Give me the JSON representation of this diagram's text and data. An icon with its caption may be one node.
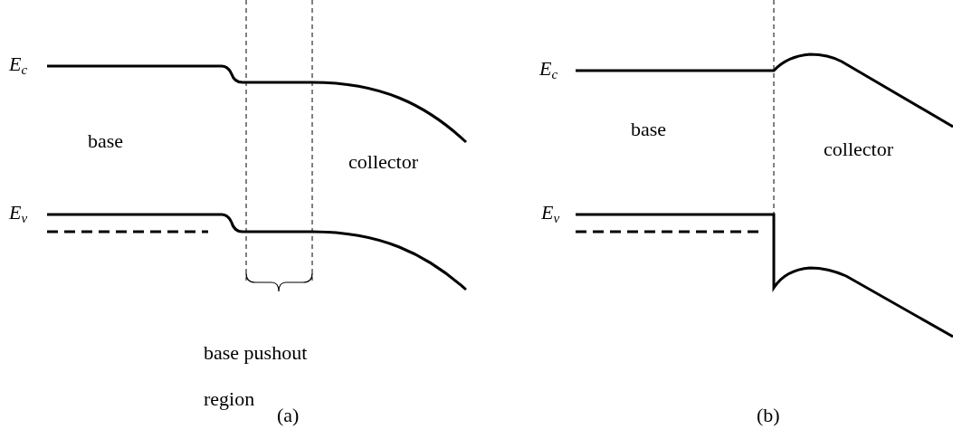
{
  "diagram": {
    "labels": [
      "E$_{c}$",
      "base",
      "collector",
      "E$_{v}$",
      "base pushout region",
      "(a)",
      "E$_{c}$",
      "base",
      "collector",
      "E$_{v}$",
      "(b)"
    ]
  }
}
